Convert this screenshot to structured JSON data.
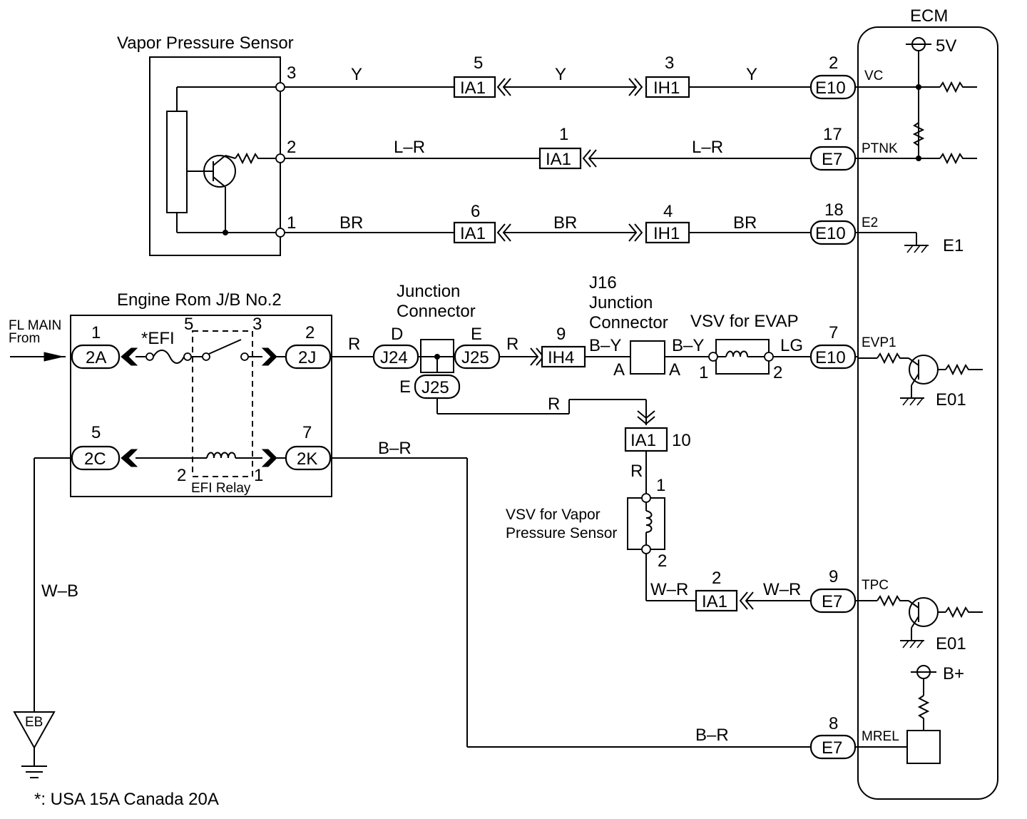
{
  "ecm": {
    "title": "ECM",
    "supply_5v": "5V",
    "supply_bplus": "B+",
    "pins": {
      "vc": "VC",
      "ptnk": "PTNK",
      "e2": "E2",
      "e1": "E1",
      "evp1": "EVP1",
      "tpc": "TPC",
      "mrel": "MREL",
      "e01_a": "E01",
      "e01_b": "E01"
    }
  },
  "vapor_sensor": {
    "title": "Vapor Pressure Sensor",
    "pins": [
      "3",
      "2",
      "1"
    ]
  },
  "wires": {
    "y": "Y",
    "lr": "L–R",
    "br": "BR",
    "r": "R",
    "by": "B–Y",
    "lg": "LG",
    "wr": "W–R",
    "wb": "W–B",
    "b_r": "B–R"
  },
  "connectors": {
    "ia1": "IA1",
    "ih1": "IH1",
    "e10": "E10",
    "e7": "E7",
    "j24": "J24",
    "j25": "J25",
    "ih4": "IH4",
    "c2a": "2A",
    "c2j": "2J",
    "c2c": "2C",
    "c2k": "2K"
  },
  "pin_numbers": {
    "ia1_row1": "5",
    "ih1_row1": "3",
    "e10_row1": "2",
    "ia1_row2": "1",
    "e7_row2": "17",
    "ia1_row3": "6",
    "ih1_row3": "4",
    "e10_row3": "18",
    "e10_evp": "7",
    "ih4": "9",
    "ia1_10": "10",
    "ia1_tpc": "2",
    "e7_tpc": "9",
    "e7_mrel": "8",
    "jb_1": "1",
    "jb_2": "2",
    "jb_5": "5",
    "jb_7": "7",
    "relay_5": "5",
    "relay_3": "3",
    "relay_2": "2",
    "relay_1": "1",
    "vsv_evap_1": "1",
    "vsv_evap_2": "2",
    "vsv_ps_1": "1",
    "vsv_ps_2": "2"
  },
  "junction": {
    "title_line1": "Junction",
    "title_line2": "Connector",
    "pin_d": "D",
    "pin_e_right": "E",
    "pin_e_bottom": "E",
    "j16_line1": "J16",
    "j16_line2": "Junction",
    "j16_line3": "Connector",
    "j16_a_left": "A",
    "j16_a_right": "A"
  },
  "engine_jb": {
    "title": "Engine Rom J/B No.2",
    "efi_fuse": "*EFI",
    "efi_relay": "EFI Relay"
  },
  "fl_main": {
    "line1": "FL MAIN",
    "line2": "From"
  },
  "vsv_evap": {
    "title": "VSV for EVAP"
  },
  "vsv_vapor": {
    "line1": "VSV for Vapor",
    "line2": "Pressure Sensor"
  },
  "ground": {
    "eb": "EB"
  },
  "footnote": "*: USA 15A  Canada 20A"
}
